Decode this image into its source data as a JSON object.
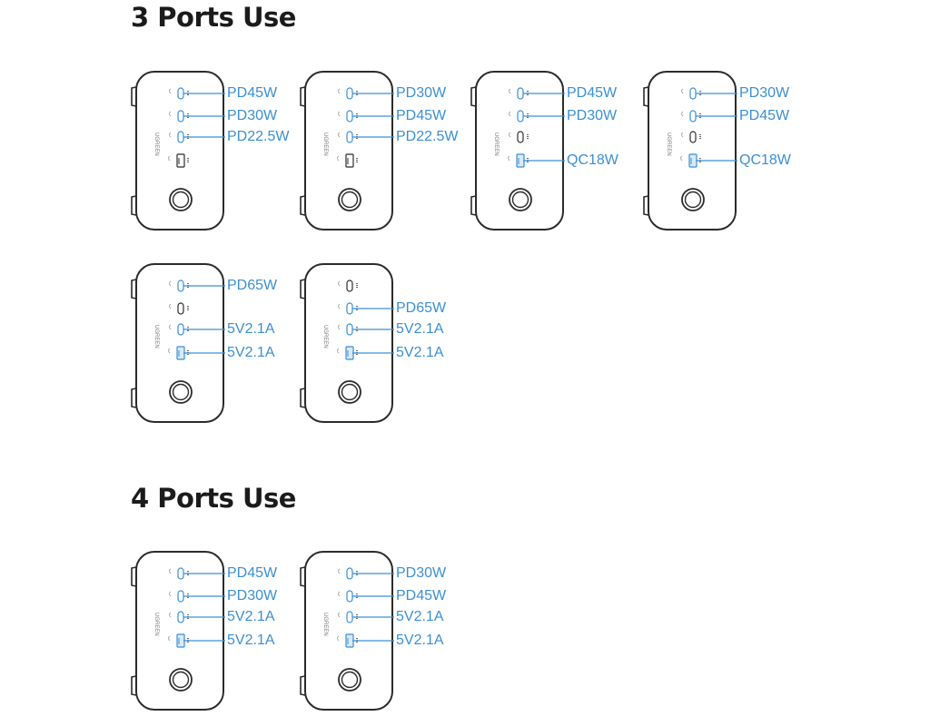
{
  "sections": [
    {
      "title": "3 Ports Use",
      "chargers": [
        {
          "ports": [
            "PD45W",
            "PD30W",
            "PD22.5W",
            ""
          ]
        },
        {
          "ports": [
            "PD30W",
            "PD45W",
            "PD22.5W",
            ""
          ]
        },
        {
          "ports": [
            "PD45W",
            "PD30W",
            "",
            "QC18W"
          ]
        },
        {
          "ports": [
            "PD30W",
            "PD45W",
            "",
            "QC18W"
          ]
        },
        {
          "ports": [
            "PD65W",
            "",
            "5V2.1A",
            "5V2.1A"
          ]
        },
        {
          "ports": [
            "",
            "PD65W",
            "5V2.1A",
            "5V2.1A"
          ]
        }
      ]
    },
    {
      "title": "4 Ports Use",
      "chargers": [
        {
          "ports": [
            "PD45W",
            "PD30W",
            "5V2.1A",
            "5V2.1A"
          ]
        },
        {
          "ports": [
            "PD30W",
            "PD45W",
            "5V2.1A",
            "5V2.1A"
          ]
        }
      ]
    }
  ],
  "brand_text": "UGREEN",
  "colors": {
    "label": "#3a8fd4",
    "outline": "#2b2b2b",
    "title": "#1b1b1b"
  }
}
